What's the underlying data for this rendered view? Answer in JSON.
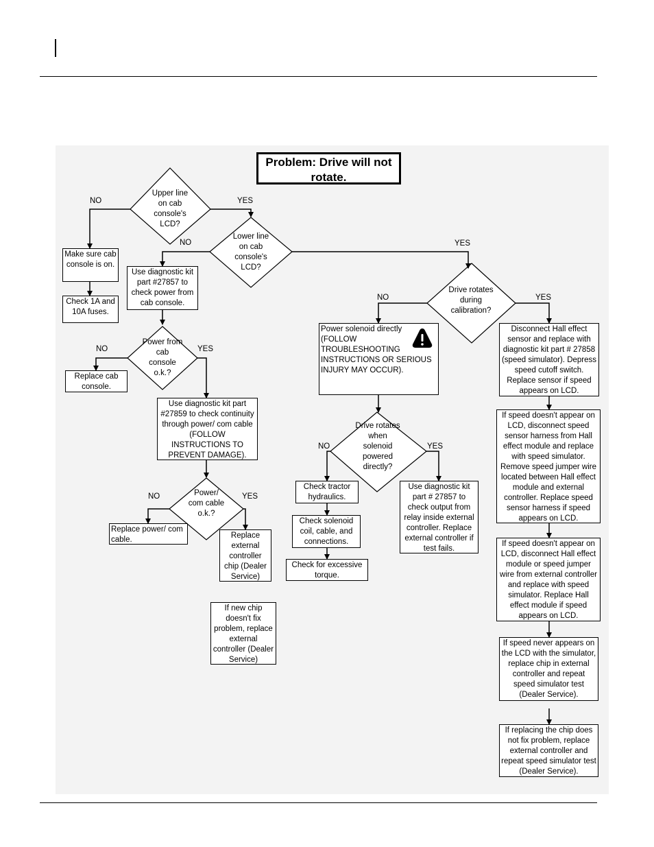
{
  "title": "Problem:  Drive will not rotate.",
  "labels": {
    "no": "NO",
    "yes": "YES"
  },
  "decisions": {
    "upper_line": "Upper line on cab console's LCD?",
    "lower_line": "Lower line on cab console's LCD?",
    "drive_calibration": "Drive rotates during calibration?",
    "power_cab_console": "Power from cab console o.k.?",
    "drive_solenoid": "Drive rotates when solenoid powered directly?",
    "power_com_cable": "Power/ com cable o.k.?"
  },
  "actions": {
    "make_sure_on": "Make sure cab console is on.",
    "check_fuses": "Check 1A and 10A fuses.",
    "use_kit_27857_power": "Use diagnostic kit part #27857 to check power from cab console.",
    "replace_cab_console": "Replace cab console.",
    "use_kit_27859": "Use diagnostic kit part #27859 to check continuity through power/ com cable (FOLLOW INSTRUCTIONS TO PREVENT DAMAGE).",
    "replace_power_cable": "Replace power/ com cable.",
    "replace_controller_chip": "Replace external controller chip (Dealer Service)",
    "new_chip_fails": "If new chip doesn't fix problem, replace external controller (Dealer Service)",
    "power_solenoid": "Power solenoid directly (FOLLOW TROUBLESHOOTING INSTRUCTIONS OR SERIOUS INJURY MAY OCCUR).",
    "check_hydraulics": "Check tractor hydraulics.",
    "check_solenoid": "Check solenoid coil, cable, and connections.",
    "check_torque": "Check for excessive torque.",
    "use_kit_27857_output": "Use diagnostic kit part # 27857 to check output from relay inside external controller. Replace external controller if test fails.",
    "disconnect_hall": "Disconnect Hall effect sensor and replace with diagnostic kit part # 27858 (speed simulator). Depress speed cutoff switch. Replace sensor if speed appears on LCD.",
    "speed_not_appear_1": "If speed doesn't appear on LCD, disconnect speed sensor harness from Hall effect module and replace with speed simulator. Remove speed jumper wire located between Hall effect module and external controller. Replace speed sensor harness if speed appears on LCD.",
    "speed_not_appear_2": "If speed doesn't appear on LCD, disconnect Hall effect module or speed jumper wire from external controller and replace with speed simulator. Replace Hall effect module if speed appears on LCD.",
    "speed_never_appears": "If speed never appears on the LCD with the simulator, replace chip in external controller and repeat speed simulator test (Dealer Service).",
    "replacing_chip_fails": "If replacing the chip does not fix problem, replace external controller and repeat speed simulator test (Dealer Service)."
  },
  "icons": {
    "warning": "warning-icon"
  }
}
